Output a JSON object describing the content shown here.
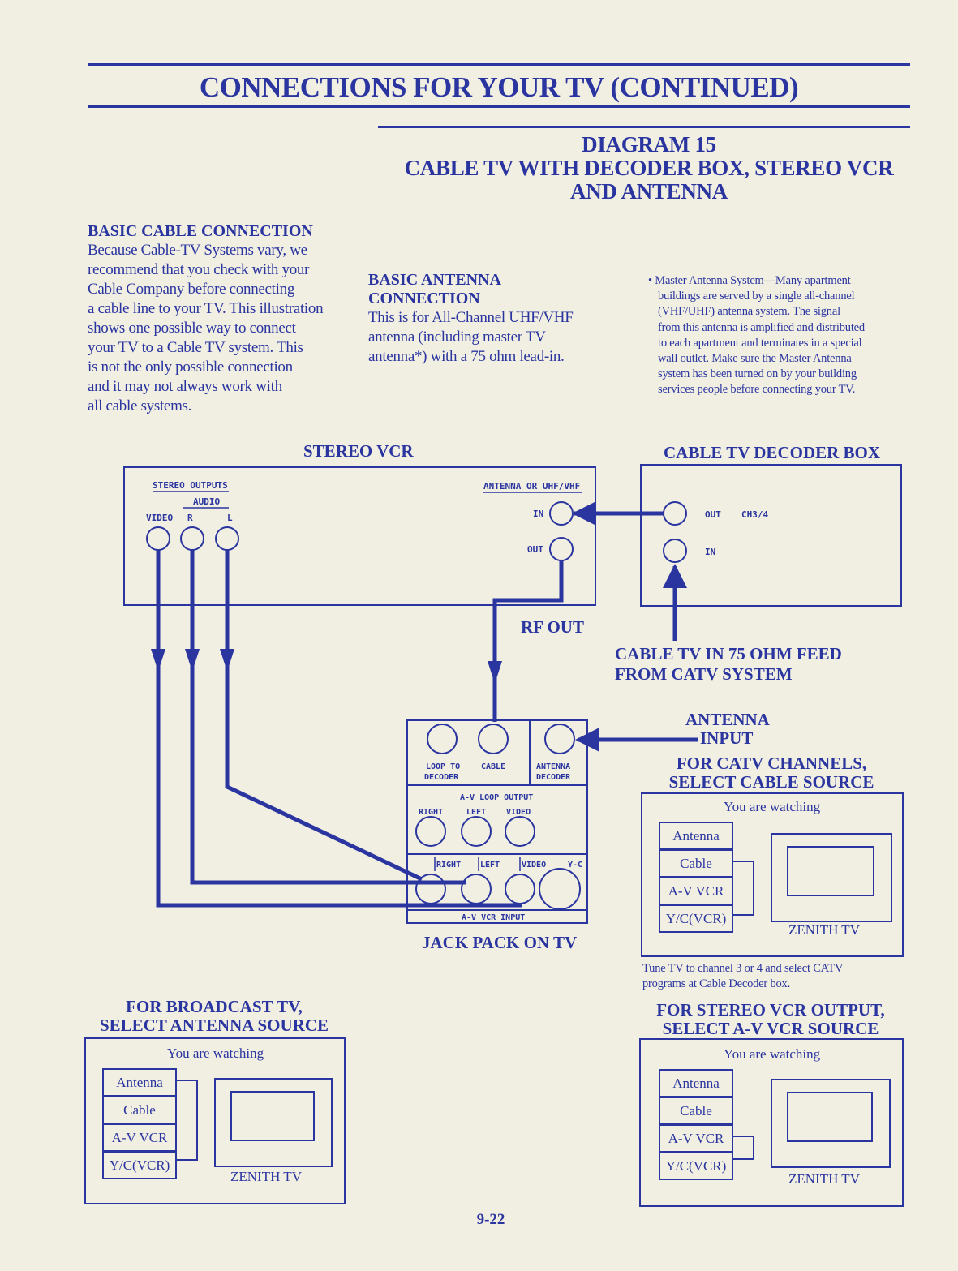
{
  "header": {
    "title": "CONNECTIONS FOR YOUR TV (CONTINUED)",
    "diagram_number": "DIAGRAM 15",
    "diagram_title_line1": "CABLE TV WITH DECODER BOX, STEREO VCR",
    "diagram_title_line2": "AND ANTENNA"
  },
  "basic_cable": {
    "heading": "BASIC CABLE CONNECTION",
    "lines": [
      "Because Cable-TV Systems vary, we",
      "recommend that you check with your",
      "Cable Company before connecting",
      "a cable line to your TV. This illustration",
      "shows one possible way to connect",
      "your TV to a Cable TV system. This",
      "is not the only possible connection",
      "and it may not always work with",
      "all cable systems."
    ]
  },
  "basic_antenna": {
    "heading1": "BASIC ANTENNA",
    "heading2": "CONNECTION",
    "lines": [
      "This is for All-Channel UHF/VHF",
      "antenna (including master TV",
      "antenna*) with a 75 ohm lead-in."
    ]
  },
  "master_antenna": {
    "lines": [
      "• Master Antenna System—Many apartment",
      "buildings are served by a single all-channel",
      "(VHF/UHF) antenna system. The signal",
      "from this antenna is amplified and distributed",
      "to each apartment and terminates in a special",
      "wall outlet. Make sure the Master Antenna",
      "system has been turned on by your building",
      "services people before connecting your TV."
    ]
  },
  "vcr": {
    "label": "STEREO VCR",
    "stereo_outputs": "STEREO OUTPUTS",
    "audio": "AUDIO",
    "video": "VIDEO",
    "r": "R",
    "l": "L",
    "antenna_label": "ANTENNA OR UHF/VHF",
    "in": "IN",
    "out": "OUT"
  },
  "decoder": {
    "label": "CABLE TV DECODER BOX",
    "out": "OUT",
    "ch": "CH3/4",
    "in": "IN"
  },
  "labels": {
    "rf_out": "RF OUT",
    "cable_feed_line1": "CABLE TV IN 75 OHM FEED",
    "cable_feed_line2": "FROM CATV SYSTEM",
    "antenna_input_line1": "ANTENNA",
    "antenna_input_line2": "INPUT",
    "jack_pack": "JACK PACK ON TV"
  },
  "jack_pack": {
    "loop_to": "LOOP TO",
    "decoder1": "DECODER",
    "cable": "CABLE",
    "antenna": "ANTENNA",
    "decoder2": "DECODER",
    "av_loop_output": "A-V LOOP OUTPUT",
    "right": "RIGHT",
    "left": "LEFT",
    "video": "VIDEO",
    "right2": "RIGHT",
    "left2": "LEFT",
    "video2": "VIDEO",
    "yc": "Y-C",
    "av_vcr_input": "A-V VCR INPUT"
  },
  "panels": {
    "catv": {
      "heading1": "FOR CATV CHANNELS,",
      "heading2": "SELECT CABLE SOURCE",
      "watching": "You are watching",
      "sources": [
        "Antenna",
        "Cable",
        "A-V VCR",
        "Y/C(VCR)"
      ],
      "tv": "ZENITH TV",
      "note_line1": "Tune TV to channel 3 or 4 and select CATV",
      "note_line2": "programs at Cable Decoder box."
    },
    "broadcast": {
      "heading1": "FOR BROADCAST TV,",
      "heading2": "SELECT ANTENNA SOURCE",
      "watching": "You are watching",
      "sources": [
        "Antenna",
        "Cable",
        "A-V VCR",
        "Y/C(VCR)"
      ],
      "tv": "ZENITH TV"
    },
    "stereo": {
      "heading1": "FOR STEREO VCR OUTPUT,",
      "heading2": "SELECT A-V VCR SOURCE",
      "watching": "You are watching",
      "sources": [
        "Antenna",
        "Cable",
        "A-V VCR",
        "Y/C(VCR)"
      ],
      "tv": "ZENITH TV"
    }
  },
  "page_number": "9-22",
  "colors": {
    "ink": "#2a35a0",
    "paper": "#f1eee2"
  }
}
